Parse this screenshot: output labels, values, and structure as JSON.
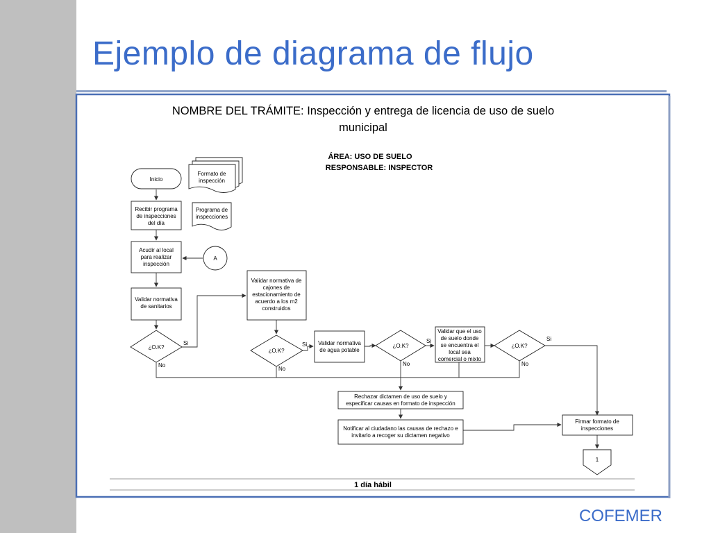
{
  "slide": {
    "title": "Ejemplo de diagrama de flujo",
    "brand": "COFEMER"
  },
  "diagram": {
    "header_line1": "NOMBRE DEL TRÁMITE: Inspección y entrega de licencia de uso de suelo",
    "header_line2": "municipal",
    "area_line": "ÁREA: USO DE SUELO",
    "responsible_line": "RESPONSABLE: INSPECTOR",
    "footer": "1 día hábil",
    "nodes": {
      "inicio": "Inicio",
      "formato": [
        "Formato de",
        "inspección"
      ],
      "recibir": [
        "Recibir programa",
        "de inspecciones",
        "del día"
      ],
      "programa": [
        "Programa de",
        "inspecciones"
      ],
      "acudir": [
        "Acudir al local",
        "para realizar",
        "inspección"
      ],
      "connector_a": "A",
      "validar_sanitarios": [
        "Validar normativa",
        "de sanitarios"
      ],
      "validar_cajones": [
        "Validar normativa de",
        "cajones de",
        "estacionamiento  de",
        "acuerdo a los m2",
        "construidos"
      ],
      "validar_agua": [
        "Validar normativa",
        "de agua  potable"
      ],
      "validar_suelo": [
        "Validar que el uso",
        "de suelo  donde",
        "se encuentra el",
        "local sea",
        "comercial o mixto"
      ],
      "ok_1": "¿O.K?",
      "ok_2": "¿O.K?",
      "ok_3": "¿O.K?",
      "ok_4": "¿O.K?",
      "rechazar": [
        "Rechazar dictamen de uso de suelo y",
        "especificar  causas en formato de inspección"
      ],
      "notificar": [
        "Notificar al ciudadano las causas de rechazo e",
        "invitarlo a recoger su dictamen negativo"
      ],
      "firmar": [
        "Firmar formato de",
        "inspecciones"
      ],
      "connector_1": "1"
    },
    "labels": {
      "si_1": "Si",
      "no_1": "No",
      "si_2": "Si",
      "no_2": "No",
      "si_3": "Si",
      "no_3": "No",
      "si_4": "Si",
      "no_4": "No"
    }
  }
}
